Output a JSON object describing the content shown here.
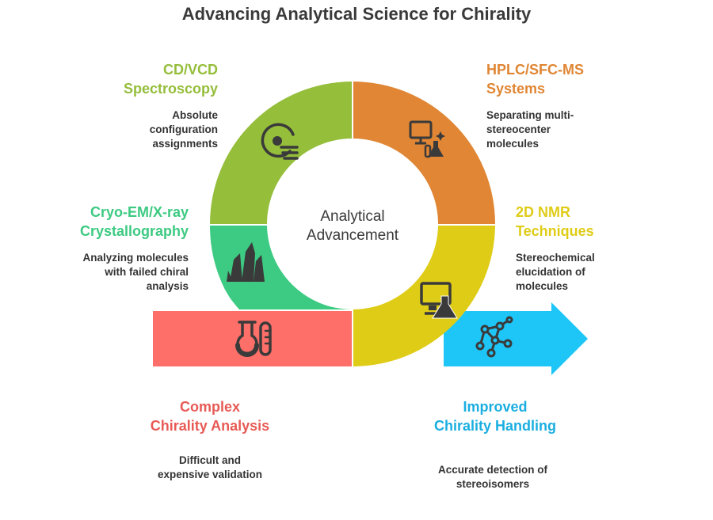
{
  "title": "Advancing Analytical Science for Chirality",
  "center": {
    "line1": "Analytical",
    "line2": "Advancement"
  },
  "colors": {
    "green_light": "#95be3b",
    "orange": "#e08634",
    "yellow": "#dfcc17",
    "teal": "#3dca82",
    "red": "#ff6f69",
    "blue": "#1ec5f7",
    "icon": "#3a3a3a"
  },
  "segments": {
    "cd_vcd": {
      "label1": "CD/VCD",
      "label2": "Spectroscopy",
      "desc1": "Absolute",
      "desc2": "configuration",
      "desc3": "assignments",
      "icon": "spectroscopy-disc-icon"
    },
    "hplc": {
      "label1": "HPLC/SFC-MS",
      "label2": "Systems",
      "desc1": "Separating multi-",
      "desc2": "stereocenter",
      "desc3": "molecules",
      "icon": "computer-flask-icon"
    },
    "nmr": {
      "label1": "2D NMR",
      "label2": "Techniques",
      "desc1": "Stereochemical",
      "desc2": "elucidation of",
      "desc3": "molecules",
      "icon": "monitor-flask-icon"
    },
    "cryo": {
      "label1": "Cryo-EM/X-ray",
      "label2": "Crystallography",
      "desc1": "Analyzing molecules",
      "desc2": "with failed chiral",
      "desc3": "analysis",
      "icon": "crystals-icon"
    },
    "complex": {
      "label1": "Complex",
      "label2": "Chirality Analysis",
      "desc1": "Difficult and",
      "desc2": "expensive validation",
      "icon": "flask-thermometer-icon"
    },
    "improved": {
      "label1": "Improved",
      "label2": "Chirality Handling",
      "desc1": "Accurate detection of",
      "desc2": "stereoisomers",
      "icon": "molecule-network-icon"
    }
  }
}
